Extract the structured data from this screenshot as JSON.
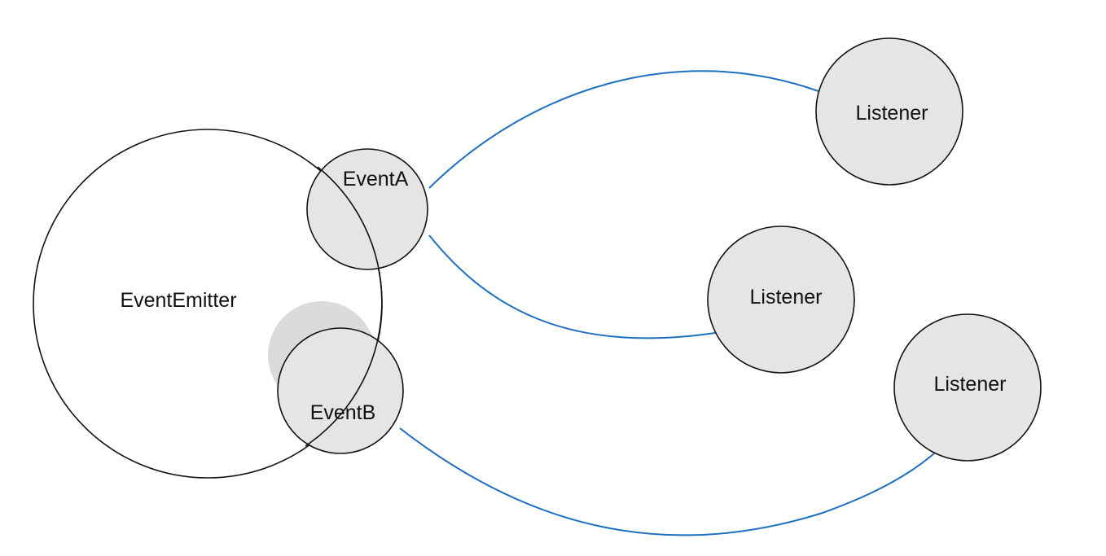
{
  "colors": {
    "background": "#ffffff",
    "outline": "#111111",
    "node_fill": "#e5e5e5",
    "shadow_fill": "#cfcfcf",
    "connector": "#1f6fc1"
  },
  "nodes": {
    "emitter": {
      "label": "EventEmitter"
    },
    "event_a": {
      "label": "EventA"
    },
    "event_b": {
      "label": "EventB"
    },
    "listener_1": {
      "label": "Listener"
    },
    "listener_2": {
      "label": "Listener"
    },
    "listener_3": {
      "label": "Listener"
    }
  }
}
